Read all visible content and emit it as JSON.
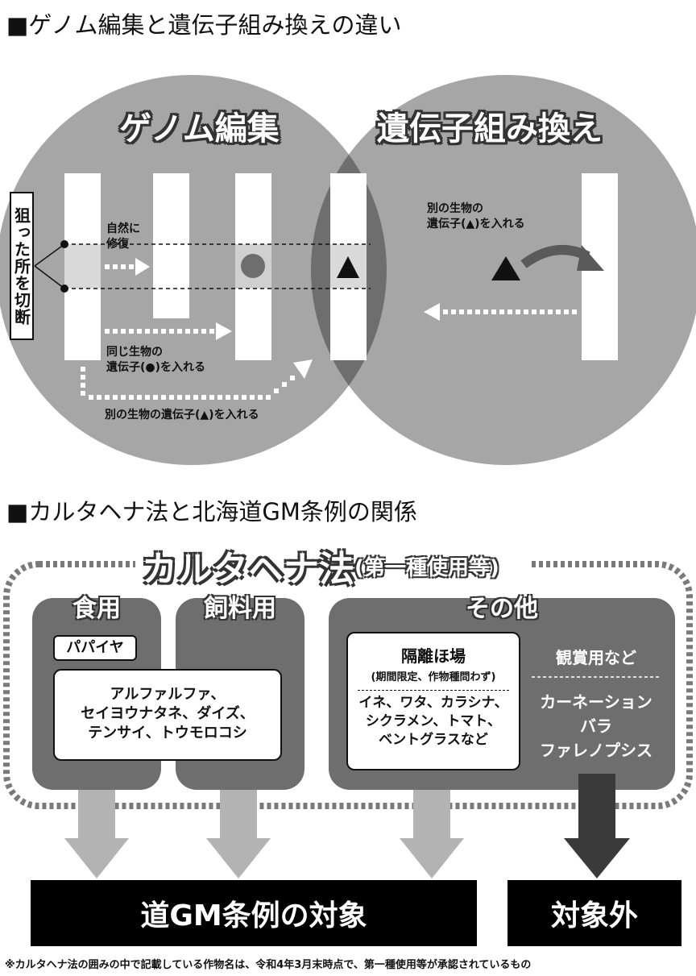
{
  "section1": {
    "heading": "■ゲノム編集と遺伝子組み換えの違い",
    "genome_title": "ゲノム編集",
    "gm_title": "遺伝子組み換え",
    "cut_label": "狙った所を切断",
    "natural_repair": "自然に\n修復",
    "same_gene": "同じ生物の\n遺伝子(●)を入れる",
    "other_gene_genome": "別の生物の遺伝子(▲)を入れる",
    "other_gene_gm": "別の生物の\n遺伝子(▲)を入れる"
  },
  "section2": {
    "heading": "■カルタヘナ法と北海道GM条例の関係",
    "law_title": "カルタヘナ法",
    "law_subtitle": "(第一種使用等)",
    "food_label": "食用",
    "feed_label": "飼料用",
    "other_label": "その他",
    "papaya": "パパイヤ",
    "food_feed_crops": "アルファルファ、\nセイヨウナタネ、ダイズ、\nテンサイ、トウモロコシ",
    "isolated_field": "隔離ほ場",
    "isolated_note": "(期間限定、作物種問わず)",
    "isolated_crops": "イネ、ワタ、カラシナ、\nシクラメン、トマト、\nベントグラスなど",
    "ornamental_label": "観賞用など",
    "ornamental_crops": "カーネーション\nバラ\nファレノプシス",
    "target": "道GM条例の対象",
    "not_target": "対象外"
  },
  "footnote": "※カルタヘナ法の囲みの中で記載している作物名は、令和4年3月末時点で、第一種使用等が承認されているもの",
  "colors": {
    "circle": "#a6a6a6",
    "overlap": "#6e6e6e",
    "category_box": "#6e6e6e",
    "arrow_light": "#b3b3b3",
    "arrow_dark": "#3a3a3a"
  }
}
